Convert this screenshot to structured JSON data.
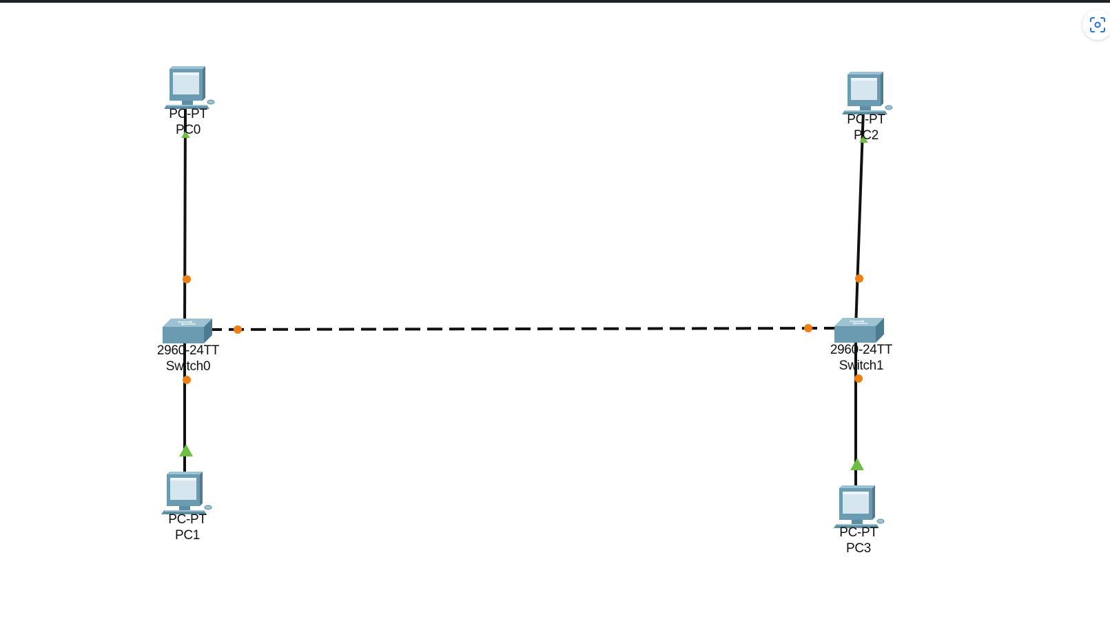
{
  "diagram": {
    "devices": [
      {
        "id": "pc0",
        "model": "PC-PT",
        "name": "PC0",
        "icon": "pc-icon"
      },
      {
        "id": "pc1",
        "model": "PC-PT",
        "name": "PC1",
        "icon": "pc-icon"
      },
      {
        "id": "pc2",
        "model": "PC-PT",
        "name": "PC2",
        "icon": "pc-icon"
      },
      {
        "id": "pc3",
        "model": "PC-PT",
        "name": "PC3",
        "icon": "pc-icon"
      },
      {
        "id": "switch0",
        "model": "2960-24TT",
        "name": "Switch0",
        "icon": "switch-icon"
      },
      {
        "id": "switch1",
        "model": "2960-24TT",
        "name": "Switch1",
        "icon": "switch-icon"
      }
    ],
    "links": [
      {
        "from": "pc0",
        "to": "switch0",
        "cable": "straight-through"
      },
      {
        "from": "pc1",
        "to": "switch0",
        "cable": "straight-through"
      },
      {
        "from": "pc2",
        "to": "switch1",
        "cable": "straight-through"
      },
      {
        "from": "pc3",
        "to": "switch1",
        "cable": "straight-through"
      },
      {
        "from": "switch0",
        "to": "switch1",
        "cable": "crossover"
      }
    ],
    "colors": {
      "cable": "#111111",
      "port_switch": "#f07f13",
      "port_pc": "#6fbe44",
      "device_body": "#6a9bb0",
      "device_light": "#9dc3d3",
      "screen": "#d6e6ef"
    }
  },
  "toolbar": {
    "lens_icon": "screenshot-search-icon"
  }
}
